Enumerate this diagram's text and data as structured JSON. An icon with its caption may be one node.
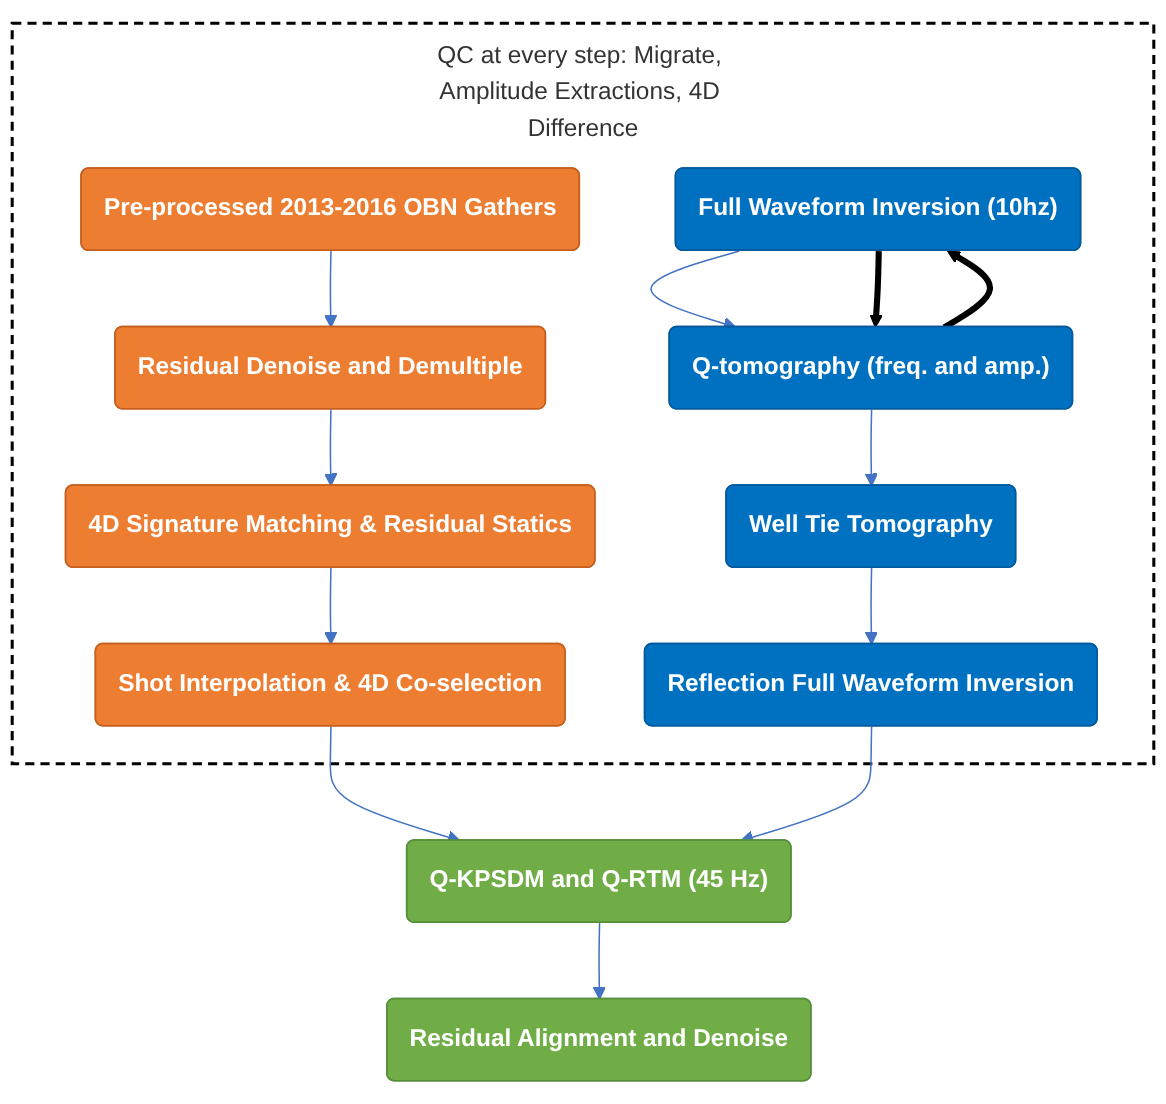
{
  "diagram": {
    "nodes": [
      {
        "text": [
          "QC at every step: Migrate, Amplitude Extractions, 4D Difference"
        ]
      },
      {
        "text": [
          "Pre-processed 2013-2016 OBN Gathers"
        ],
        "in": 0
      },
      {
        "text": [
          "Full Waveform Inversion (10hz)"
        ],
        "in": 0
      },
      {
        "text": [
          "Residual Denoise and Demultiple"
        ],
        "in": 0
      },
      {
        "text": [
          "Q-tomography (freq. and amp.)"
        ],
        "in": 0
      },
      {
        "text": [
          "4D Signature Matching & Residual Statics"
        ],
        "in": 0
      },
      {
        "text": [
          "Well Tie Tomography"
        ],
        "in": 0
      },
      {
        "text": [
          "Shot Interpolation & 4D Co-selection"
        ],
        "in": 0
      },
      {
        "text": [
          "Reflection Full Waveform Inversion"
        ],
        "in": 0
      },
      {
        "text": [
          "Q-KPSDM and Q-RTM (45 Hz)"
        ]
      },
      {
        "text": [
          "Residual Alignment and Denoise"
        ]
      }
    ],
    "edges": [
      {
        "from": 1,
        "to": 3,
        "arrow": "to"
      },
      {
        "from": 3,
        "to": 5,
        "arrow": "to"
      },
      {
        "from": 5,
        "to": 7,
        "arrow": "to"
      },
      {
        "from": 2,
        "to": 4,
        "arrow": "to"
      },
      {
        "from": 2,
        "to": 4,
        "arrow": "to",
        "style": "thick",
        "color": "#000000"
      },
      {
        "from": 4,
        "to": 2,
        "arrow": "to",
        "style": "thick",
        "color": "#000000"
      },
      {
        "from": 4,
        "to": 6,
        "arrow": "to"
      },
      {
        "from": 6,
        "to": 8,
        "arrow": "to"
      },
      {
        "from": 7,
        "to": 9,
        "arrow": "to"
      },
      {
        "from": 8,
        "to": 9,
        "arrow": "to"
      },
      {
        "from": 9,
        "to": 10,
        "arrow": "to"
      }
    ]
  }
}
